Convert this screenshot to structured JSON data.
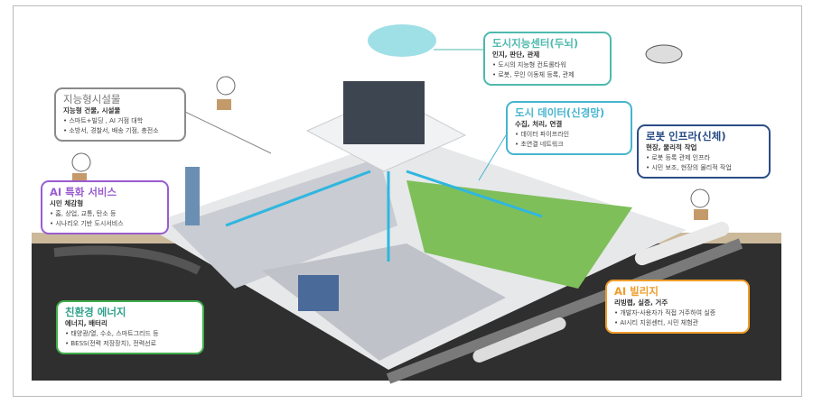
{
  "colors": {
    "teal": "#4fb9ad",
    "gray": "#8a8a8a",
    "cyan": "#46b5cf",
    "navy": "#2b4d86",
    "purple": "#9a5ccf",
    "green": "#3fae4a",
    "orange": "#ef9d2a"
  },
  "boxes": {
    "brain": {
      "title": "도시지능센터(두뇌)",
      "sub": "인지, 판단, 관제",
      "items": [
        "도시의 지능형 컨트롤타워",
        "로봇, 무인 이동체 등록, 관제"
      ]
    },
    "facility": {
      "title": "지능형시설물",
      "sub": "지능형 건물, 시설물",
      "items": [
        "스마트+빌딩 , AI 거점 대학",
        "소방서, 경찰서, 배송 기점, 충전소"
      ]
    },
    "data": {
      "title": "도시 데이터(신경망)",
      "sub": "수집, 처리, 연결",
      "items": [
        "데이터 파이프라인",
        "초연결 네트워크"
      ]
    },
    "robot": {
      "title": "로봇 인프라(신체)",
      "sub": "현장, 물리적 작업",
      "items": [
        "로봇 등록 관제 인프라",
        "시민 보조, 현장의 물리적 작업"
      ]
    },
    "ai_service": {
      "title": "AI 특화 서비스",
      "sub": "시민 체감형",
      "items": [
        "홈, 상업, 교통, 탄소 등",
        "시나리오 기반 도시서비스"
      ]
    },
    "energy": {
      "title": "친환경 에너지",
      "sub": "에너지, 배터리",
      "items": [
        "태양광/열, 수소, 스마트그리드 등",
        "BESS(전력 저장장치), 전력선로"
      ]
    },
    "village": {
      "title": "AI 빌리지",
      "sub": "리빙랩, 실증, 거주",
      "items": [
        "개발자-사용자가 직접 거주하여 실증",
        "AI시티 지원센터, 시민 체험관"
      ]
    }
  }
}
